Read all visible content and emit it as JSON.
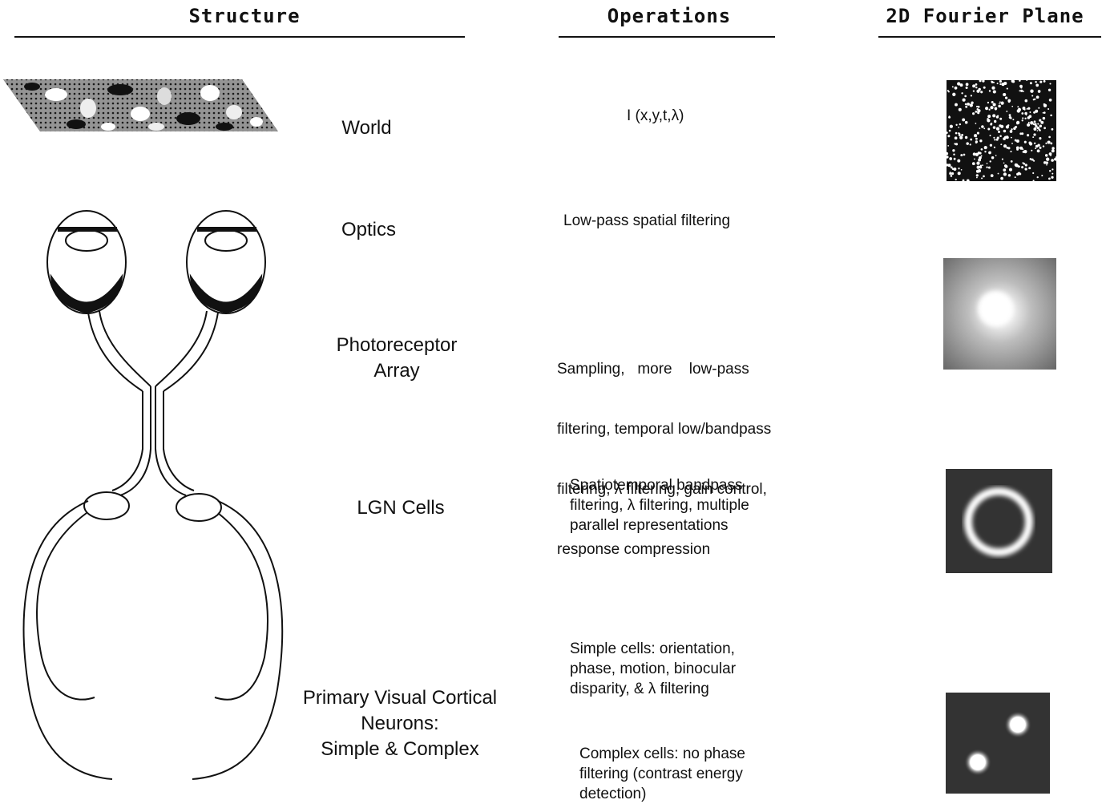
{
  "headers": {
    "structure": "Structure",
    "operations": "Operations",
    "fourier": "2D Fourier Plane"
  },
  "structures": {
    "world": "World",
    "optics": "Optics",
    "photoreceptor_line1": "Photoreceptor",
    "photoreceptor_line2": "Array",
    "lgn": "LGN Cells",
    "v1_line1": "Primary Visual Cortical",
    "v1_line2": "Neurons:",
    "v1_line3": "Simple & Complex"
  },
  "operations": {
    "world": "I (x,y,t,λ)",
    "optics": "Low-pass spatial filtering",
    "photoreceptor": [
      "Sampling,   more    low-pass",
      "filtering, temporal low/bandpass",
      "filtering, λ filtering, gain control,",
      "response compression"
    ],
    "lgn": [
      "Spatiotemporal bandpass",
      "filtering, λ filtering, multiple",
      "parallel representations"
    ],
    "simple": [
      "Simple cells: orientation,",
      "phase, motion, binocular",
      "disparity, & λ filtering"
    ],
    "complex": [
      "Complex cells: no phase",
      "filtering (contrast energy",
      "detection)"
    ]
  },
  "fourier_panels": [
    "world-spectrum",
    "lowpass-spectrum",
    "bandpass-ring-spectrum",
    "oriented-blobs-spectrum"
  ],
  "colors": {
    "ink": "#111111",
    "panel_dark": "#333333"
  }
}
